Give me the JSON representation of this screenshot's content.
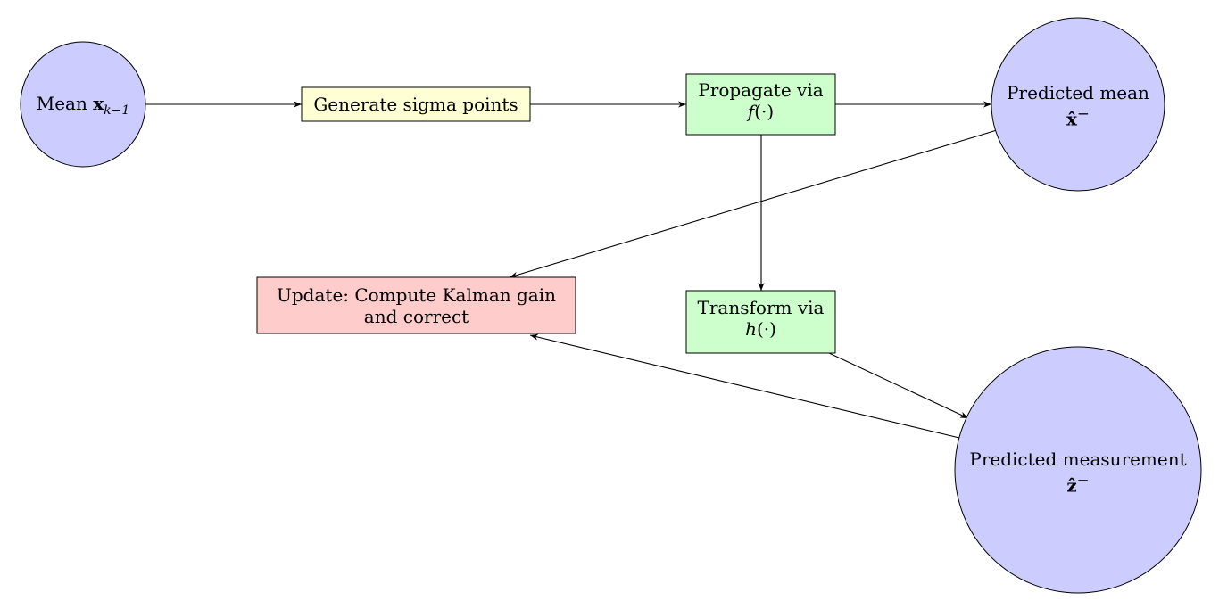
{
  "colors": {
    "state_circle": "#ccccff",
    "sigma_box": "#ffffd5",
    "transform_box": "#ccffcc",
    "update_box": "#ffcccc",
    "stroke": "#000000"
  },
  "nodes": {
    "mean_prev": {
      "prefix": "Mean",
      "symbol": "x",
      "subscript": "k−1"
    },
    "sigma_points": {
      "label": "Generate sigma points"
    },
    "propagate": {
      "line1": "Propagate via",
      "func": "f",
      "args": "(·)"
    },
    "predicted_mean": {
      "line1": "Predicted mean",
      "symbol": "x̂",
      "sup": "−"
    },
    "transform": {
      "line1": "Transform via",
      "func": "h",
      "args": "(·)"
    },
    "update": {
      "line1": "Update: Compute Kalman gain",
      "line2": "and correct"
    },
    "predicted_measurement": {
      "line1": "Predicted measurement",
      "symbol": "ẑ",
      "sup": "−"
    }
  },
  "edges": [
    {
      "from": "mean_prev",
      "to": "sigma_points"
    },
    {
      "from": "sigma_points",
      "to": "propagate"
    },
    {
      "from": "propagate",
      "to": "predicted_mean"
    },
    {
      "from": "propagate",
      "to": "transform"
    },
    {
      "from": "predicted_mean",
      "to": "update"
    },
    {
      "from": "transform",
      "to": "predicted_measurement"
    },
    {
      "from": "predicted_measurement",
      "to": "update"
    }
  ]
}
